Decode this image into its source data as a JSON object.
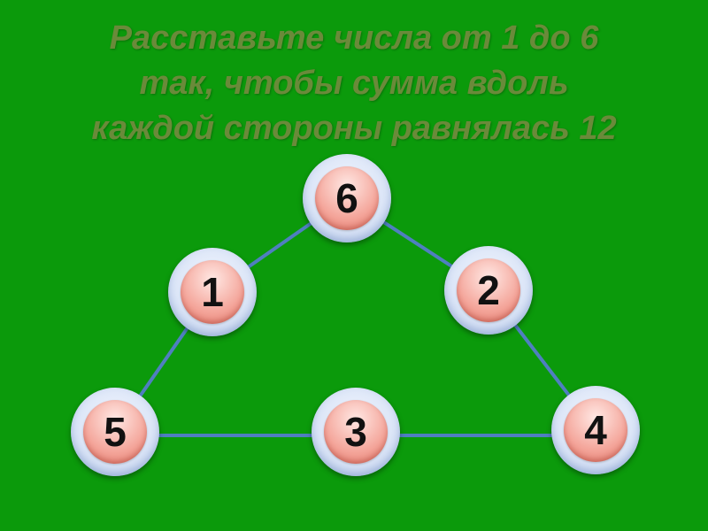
{
  "title": {
    "line1": "Расставьте числа от 1 до 6",
    "line2": "так, чтобы сумма вдоль",
    "line3": "каждой стороны равнялась 12"
  },
  "nodes": {
    "top": "6",
    "left_mid": "1",
    "right_mid": "2",
    "bottom_left": "5",
    "bottom_mid": "3",
    "bottom_right": "4"
  },
  "colors": {
    "background": "#0b9a0b",
    "title_text": "#6a8a3a",
    "edge_line": "#4f7fc0",
    "node_outer": "#dbe5f7",
    "node_inner": "#f4a59a"
  }
}
